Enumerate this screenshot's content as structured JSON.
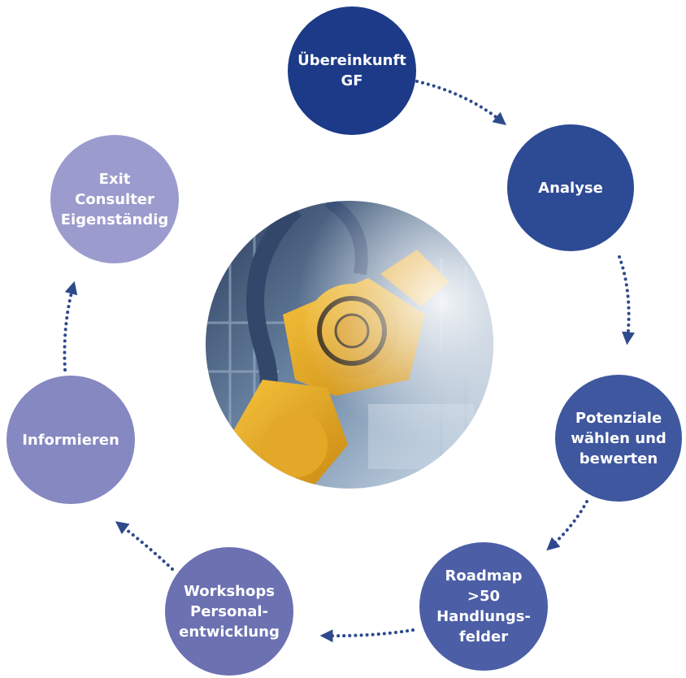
{
  "colors": {
    "step_1": "#1c3a87",
    "step_2": "#2d4b94",
    "step_3": "#3e579f",
    "step_4": "#4c5ea6",
    "step_5": "#6c71b2",
    "step_6": "#8688c1",
    "step_7": "#9b9ccd",
    "arrow": "#2e4a8c"
  },
  "center_image": {
    "icon": "industrial-robot-arm-photo"
  },
  "steps": [
    {
      "label": "Übereinkunft\nGF"
    },
    {
      "label": "Analyse"
    },
    {
      "label": "Potenziale\nwählen und\nbewerten"
    },
    {
      "label": "Roadmap\n>50 Handlungs-\nfelder"
    },
    {
      "label": "Workshops\nPersonal-\nentwicklung"
    },
    {
      "label": "Informieren"
    },
    {
      "label": "Exit\nConsulter\nEigenständig"
    }
  ]
}
